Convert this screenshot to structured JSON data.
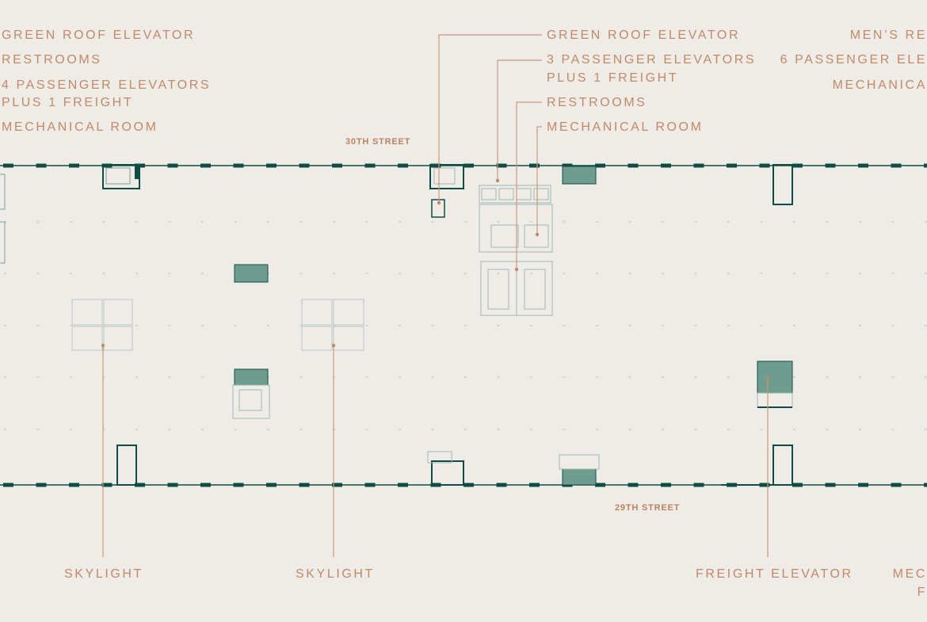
{
  "colors": {
    "background": "#efebe6",
    "label": "#c08a68",
    "wall": "#0f4c44",
    "fill": "#6e9c8e",
    "leader": "#c89a7c"
  },
  "left_labels": [
    "GREEN ROOF ELEVATOR",
    "RESTROOMS",
    "4 PASSENGER ELEVATORS",
    "PLUS 1 FREIGHT",
    "MECHANICAL ROOM"
  ],
  "center_labels": [
    "GREEN ROOF ELEVATOR",
    "3 PASSENGER ELEVATORS",
    "PLUS 1 FREIGHT",
    "RESTROOMS",
    "MECHANICAL ROOM"
  ],
  "right_labels": [
    "MEN’S RE",
    "6 PASSENGER ELE",
    "MECHANICA"
  ],
  "streets": {
    "north": "30TH STREET",
    "south": "29TH STREET"
  },
  "bottom_labels": [
    "SKYLIGHT",
    "SKYLIGHT",
    "FREIGHT ELEVATOR",
    "MEC",
    "F"
  ]
}
